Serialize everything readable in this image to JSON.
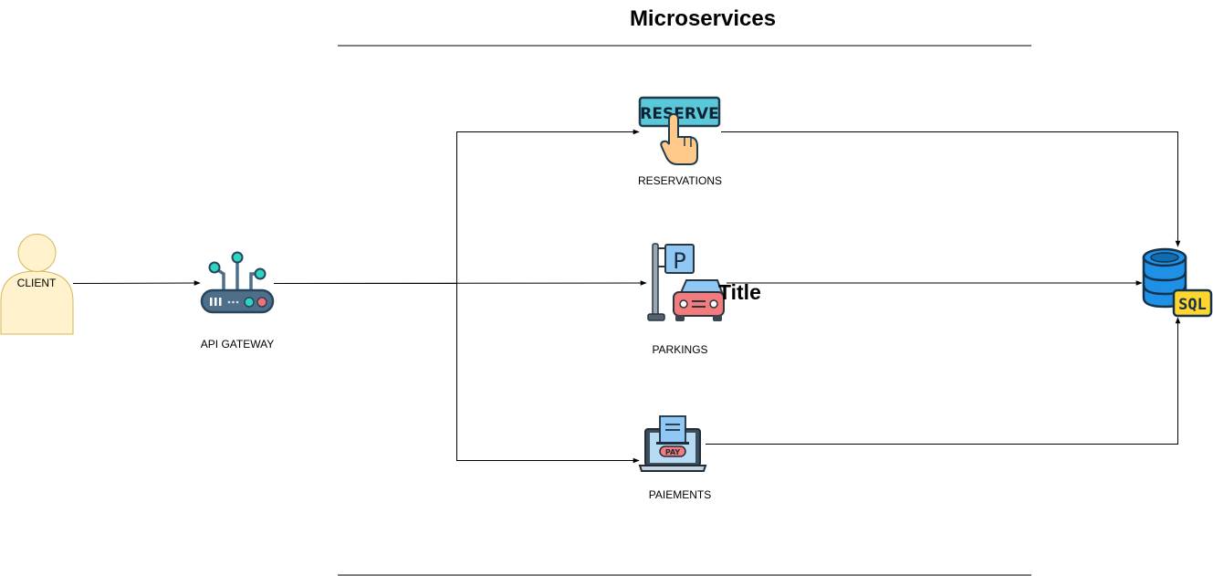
{
  "diagram": {
    "title": "Microservices",
    "stray_label": "Title",
    "nodes": {
      "client": {
        "label": "CLIENT",
        "icon": "user-icon",
        "fill": "#fff2cc",
        "stroke": "#d6b656"
      },
      "gateway": {
        "label": "API GATEWAY",
        "icon": "router-icon"
      },
      "reservations": {
        "label": "RESERVATIONS",
        "icon": "reserve-button-icon",
        "sign_text": "RESERVE"
      },
      "parkings": {
        "label": "PARKINGS",
        "icon": "parking-car-icon",
        "sign_text": "P"
      },
      "paiements": {
        "label": "PAIEMENTS",
        "icon": "laptop-payment-icon",
        "sign_text": "PAY"
      },
      "database": {
        "label": "",
        "icon": "sql-database-icon",
        "sign_text": "SQL"
      }
    },
    "edges": [
      {
        "from": "client",
        "to": "gateway"
      },
      {
        "from": "gateway",
        "to": "reservations"
      },
      {
        "from": "gateway",
        "to": "parkings"
      },
      {
        "from": "gateway",
        "to": "paiements"
      },
      {
        "from": "reservations",
        "to": "database"
      },
      {
        "from": "parkings",
        "to": "database"
      },
      {
        "from": "paiements",
        "to": "database"
      }
    ],
    "colors": {
      "line": "#000000",
      "reserve_sign": "#5bc8d9",
      "router_body": "#4f6f89",
      "router_led_green": "#2dd4bf",
      "router_led_red": "#f87171",
      "car": "#f47b7b",
      "parking_sign": "#8fc7f5",
      "laptop_screen": "#b6dbf2",
      "db_blue": "#1e90e6",
      "sql_yellow": "#ffd52e"
    }
  }
}
